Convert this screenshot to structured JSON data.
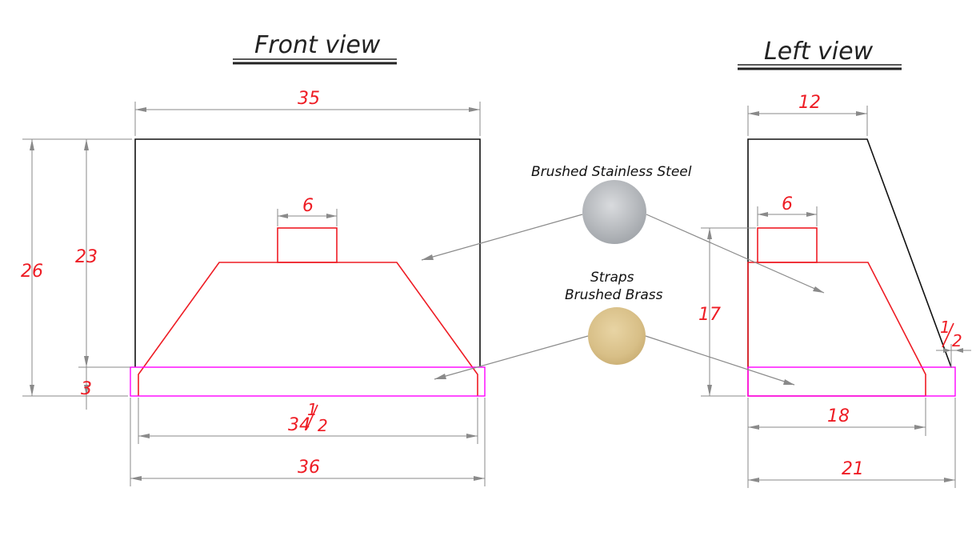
{
  "views": {
    "front_title": "Front view",
    "left_title": "Left view"
  },
  "front_dims": {
    "top_width": "35",
    "box_width": "6",
    "total_height": "26",
    "upper_height": "23",
    "band_height": "3",
    "bottom_width_whole": "34",
    "bottom_width_num": "1",
    "bottom_width_den": "2",
    "overall_width": "36"
  },
  "left_dims": {
    "top_depth": "12",
    "box_width": "6",
    "hood_height": "17",
    "offset_num": "1",
    "offset_den": "2",
    "bottom_depth": "18",
    "overall_depth": "21"
  },
  "materials": {
    "steel_label": "Brushed Stainless Steel",
    "straps_label_1": "Straps",
    "straps_label_2": "Brushed Brass",
    "steel_color": "#b9bcc0",
    "brass_color": "#dcc48e"
  }
}
